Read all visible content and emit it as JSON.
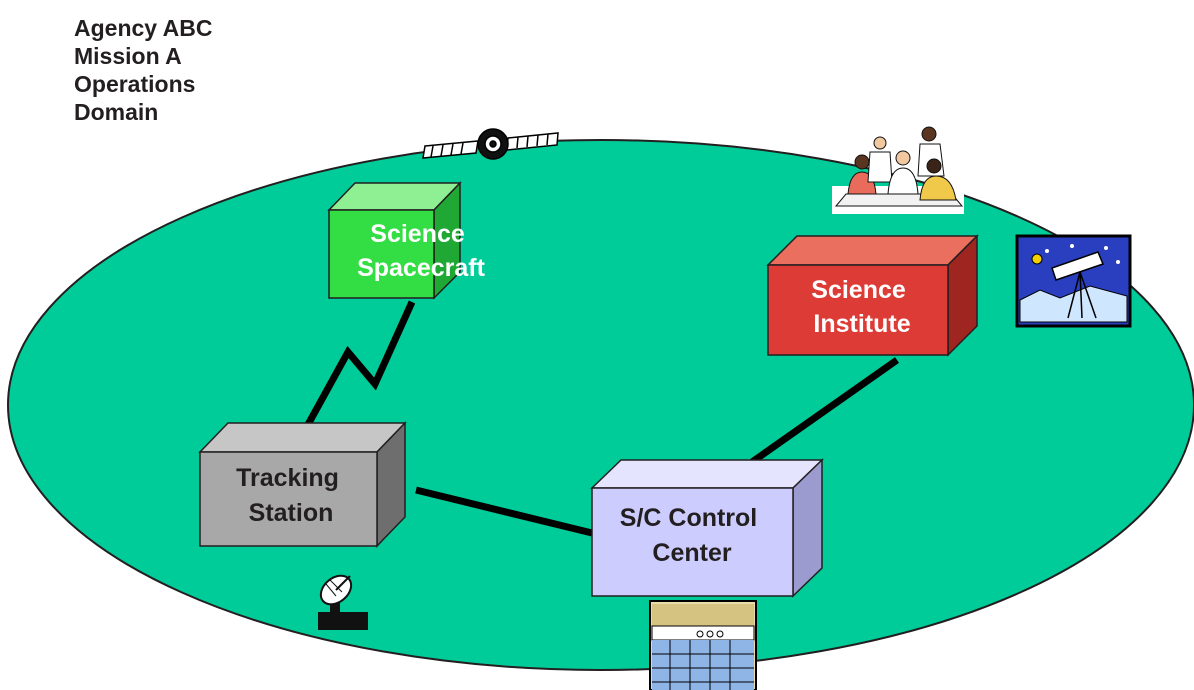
{
  "domain_title": {
    "line1": "Agency ABC",
    "line2": "Mission A",
    "line3": "Operations",
    "line4": "Domain"
  },
  "nodes": {
    "spacecraft": {
      "line1": "Science",
      "line2": "Spacecraft",
      "color": "#33dd44"
    },
    "institute": {
      "line1": "Science",
      "line2": "Institute",
      "color": "#dd3b35"
    },
    "tracking": {
      "line1": "Tracking",
      "line2": "Station",
      "color": "#a8a8a8"
    },
    "control": {
      "line1": "S/C Control",
      "line2": "Center",
      "color": "#ccccff"
    }
  },
  "colors": {
    "domain_fill": "#00cc99",
    "outline": "#231f20",
    "link": "#000000"
  },
  "icons": [
    "satellite-icon",
    "people-meeting-icon",
    "telescope-icon",
    "satellite-dish-icon",
    "control-room-icon"
  ]
}
